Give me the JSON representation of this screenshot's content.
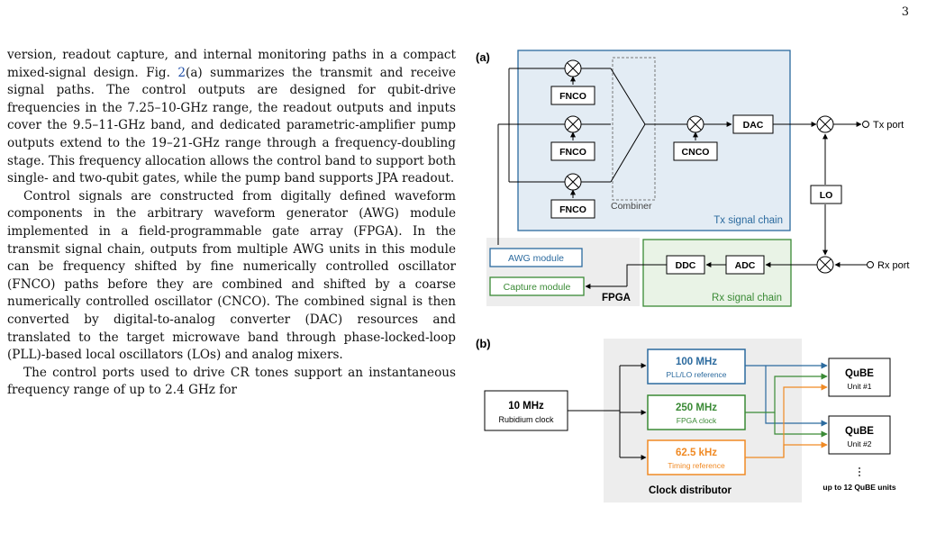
{
  "page_number": "3",
  "body": {
    "p1_before": "version, readout capture, and internal monitoring paths in a compact mixed-signal design. Fig. ",
    "p1_ref": "2",
    "p1_after": "(a) summarizes the transmit and receive signal paths. The control outputs are designed for qubit-drive frequencies in the 7.25–10-GHz range, the readout outputs and inputs cover the 9.5–11-GHz band, and dedicated parametric-amplifier pump outputs extend to the 19–21-GHz range through a frequency-doubling stage. This frequency allocation allows the control band to support both single- and two-qubit gates, while the pump band supports JPA readout.",
    "p2": "Control signals are constructed from digitally defined waveform components in the arbitrary waveform generator (AWG) module implemented in a field-programmable gate array (FPGA). In the transmit signal chain, outputs from multiple AWG units in this module can be frequency shifted by fine numerically controlled oscillator (FNCO) paths before they are combined and shifted by a coarse numerically controlled oscillator (CNCO). The combined signal is then converted by digital-to-analog converter (DAC) resources and translated to the target microwave band through phase-locked-loop (PLL)-based local oscillators (LOs) and analog mixers.",
    "p3": "The control ports used to drive CR tones support an instantaneous frequency range of up to 2.4 GHz for"
  },
  "figure_a": {
    "panel_label": "(a)",
    "fnco_label": "FNCO",
    "combiner_label": "Combiner",
    "cnco_label": "CNCO",
    "dac_label": "DAC",
    "tx_port_label": "Tx port",
    "lo_label": "LO",
    "tx_chain_label": "Tx signal chain",
    "awg_label": "AWG module",
    "capture_label": "Capture module",
    "fpga_label": "FPGA",
    "ddc_label": "DDC",
    "adc_label": "ADC",
    "rx_port_label": "Rx port",
    "rx_chain_label": "Rx signal chain",
    "colors": {
      "tx_border": "#2b6a9e",
      "tx_fill": "#e3ecf4",
      "rx_border": "#3a8a35",
      "rx_fill": "#e9f3e6",
      "fpga_fill": "#ededed"
    }
  },
  "figure_b": {
    "panel_label": "(b)",
    "source_freq": "10 MHz",
    "source_desc": "Rubidium clock",
    "out1_freq": "100 MHz",
    "out1_desc": "PLL/LO reference",
    "out2_freq": "250 MHz",
    "out2_desc": "FPGA clock",
    "out3_freq": "62.5 kHz",
    "out3_desc": "Timing reference",
    "distributor_label": "Clock distributor",
    "unit1_title": "QuBE",
    "unit1_sub": "Unit #1",
    "unit2_title": "QuBE",
    "unit2_sub": "Unit #2",
    "more_units": "up to 12 QuBE units",
    "colors": {
      "blue": "#2b6a9e",
      "green": "#3a8a35",
      "orange": "#f08a24"
    }
  }
}
